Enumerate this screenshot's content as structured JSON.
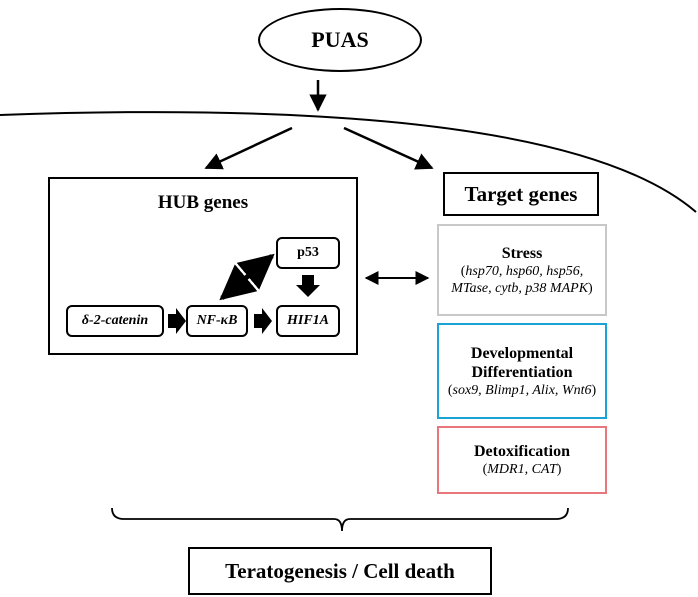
{
  "puas": "PUAS",
  "hub": {
    "title": "HUB genes",
    "genes": {
      "catenin": "δ-2-catenin",
      "nfkb": "NF-κB",
      "hif": "HIF1A",
      "p53": "p53"
    }
  },
  "targets": {
    "title": "Target genes",
    "stress": {
      "title": "Stress",
      "open": "(",
      "genes": "hsp70, hsp60, hsp56, MTase, cytb, p38 MAPK",
      "close": ")"
    },
    "developmental": {
      "title": "Developmental Differentiation",
      "open": "(",
      "genes": "sox9, Blimp1, Alix, Wnt6",
      "close": ")"
    },
    "detox": {
      "title": "Detoxification",
      "open": "(",
      "genes": "MDR1, CAT",
      "close": ")"
    }
  },
  "outcome": "Teratogenesis / Cell death",
  "colors": {
    "stress_border": "#c8c8c8",
    "developmental_border": "#1aa3d4",
    "detox_border": "#e8777c"
  }
}
